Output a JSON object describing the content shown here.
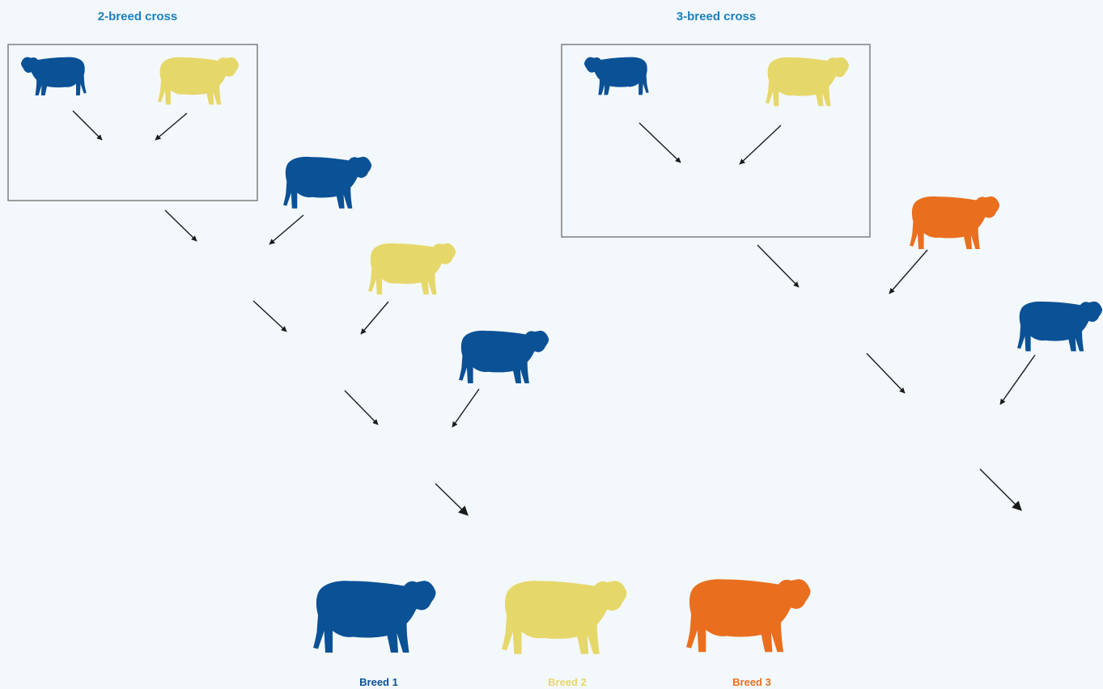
{
  "colors": {
    "breed1": "#0a5196",
    "breed2": "#e6d76a",
    "breed3": "#e96f1e",
    "title": "#1b7fc1",
    "arrow": "#1a1a1a",
    "box": "#7f7f7f",
    "background": "#f3f8fc"
  },
  "diagrams": {
    "two_breed": {
      "title": "2-breed cross",
      "founders": [
        "breed1",
        "breed2"
      ],
      "f1_composition": [
        "breed2",
        "breed1"
      ],
      "generations": [
        {
          "sire": "breed1",
          "offspring_composition": [
            "breed2",
            "breed1"
          ]
        },
        {
          "sire": "breed2",
          "offspring_composition": [
            "breed2",
            "breed1"
          ]
        },
        {
          "sire": "breed1",
          "offspring_composition": [
            "breed2",
            "breed1"
          ]
        }
      ]
    },
    "three_breed": {
      "title": "3-breed cross",
      "founders": [
        "breed1",
        "breed2"
      ],
      "f1_composition": [
        "breed2",
        "breed1"
      ],
      "generations": [
        {
          "sire": "breed3",
          "offspring_composition": [
            "breed2",
            "breed1",
            "breed3"
          ]
        },
        {
          "sire": "breed1",
          "offspring_composition": [
            "breed2",
            "breed3",
            "breed1"
          ]
        }
      ]
    }
  },
  "legend": [
    {
      "key": "breed1",
      "label": "Breed 1"
    },
    {
      "key": "breed2",
      "label": "Breed 2"
    },
    {
      "key": "breed3",
      "label": "Breed 3"
    }
  ]
}
